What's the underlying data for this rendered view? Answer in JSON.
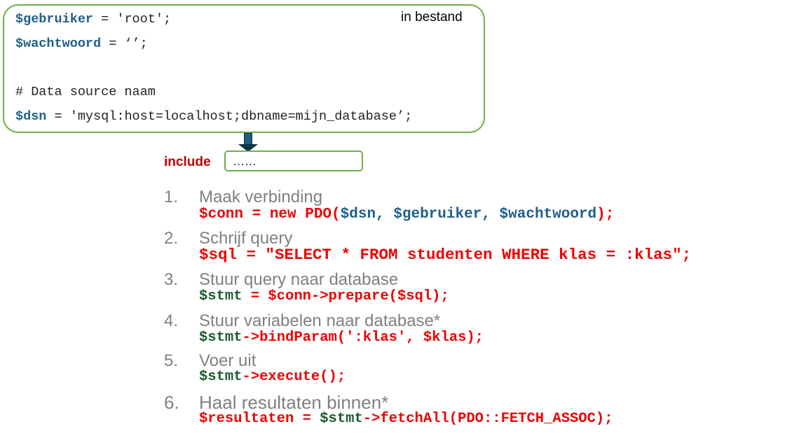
{
  "file_box": {
    "label": "in bestand",
    "lines": {
      "user_var": "$gebruiker",
      "user_rest": " = 'root';",
      "pass_var": "$wachtwoord",
      "pass_rest": " = ‘’;",
      "comment": "# Data source naam",
      "dsn_var": "$dsn",
      "dsn_rest": " = 'mysql:host=localhost;dbname=mijn_database’;"
    }
  },
  "include": {
    "label": "include",
    "value": "……"
  },
  "steps": [
    {
      "num": "1.",
      "title": "Maak verbinding",
      "code": [
        "$conn = new PDO(",
        "$dsn",
        ", ",
        "$gebruiker",
        ", ",
        "$wachtwoord",
        ");"
      ]
    },
    {
      "num": "2.",
      "title": "Schrijf query",
      "code": [
        "$sql = \"SELECT * FROM studenten WHERE klas = :klas\";"
      ]
    },
    {
      "num": "3.",
      "title": "Stuur query naar database",
      "code": [
        "$stmt",
        " = $conn->prepare($sql);"
      ]
    },
    {
      "num": "4.",
      "title": "Stuur variabelen naar database*",
      "code": [
        "$stmt",
        "->bindParam(':klas', $klas);"
      ]
    },
    {
      "num": "5.",
      "title": "Voer uit",
      "code": [
        "$stmt",
        "->execute();"
      ]
    },
    {
      "num": "6.",
      "title": "Haal resultaten binnen*",
      "code": [
        "$resultaten = ",
        "$stmt",
        "->fetchAll(PDO::FETCH_ASSOC);"
      ]
    }
  ],
  "colors": {
    "green_border": "#70ad47",
    "red": "#ee0000",
    "blue": "#1f5f8b",
    "dark_green": "#1e5a2e",
    "gray": "#808080"
  }
}
